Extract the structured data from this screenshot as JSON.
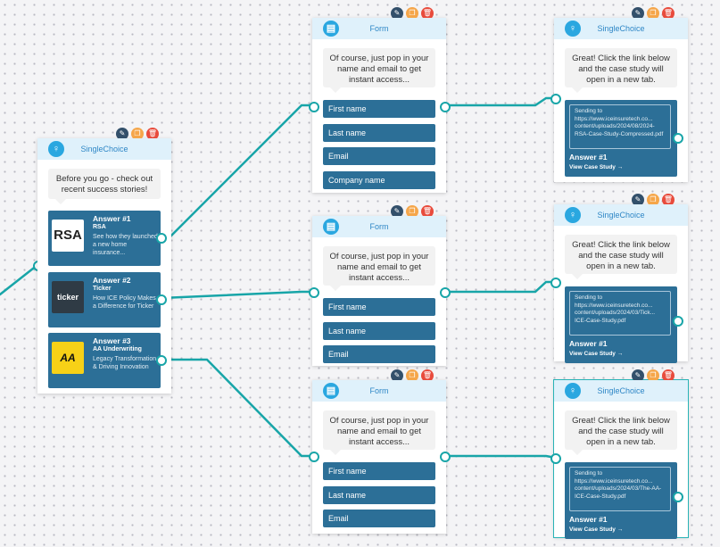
{
  "wires": "connectors",
  "singlechoice_main": {
    "title": "SingleChoice",
    "message": "Before you go - check out recent success stories!",
    "answers": [
      {
        "label": "Answer #1",
        "name": "RSA",
        "desc": "See how they launched a new home insurance...",
        "thumb_text": "RSA"
      },
      {
        "label": "Answer #2",
        "name": "Ticker",
        "desc": "How ICE Policy Makes a Difference for Ticker",
        "thumb_text": "ticker"
      },
      {
        "label": "Answer #3",
        "name": "AA Underwriting",
        "desc": "Legacy Transformation & Driving Innovation",
        "thumb_text": "AA"
      }
    ]
  },
  "forms": [
    {
      "title": "Form",
      "message": "Of course, just pop in your name and email to get instant access...",
      "fields": [
        "First name",
        "Last name",
        "Email",
        "Company name"
      ]
    },
    {
      "title": "Form",
      "message": "Of course, just pop in your name and email to get instant access...",
      "fields": [
        "First name",
        "Last name",
        "Email"
      ]
    },
    {
      "title": "Form",
      "message": "Of course, just pop in your name and email to get instant access...",
      "fields": [
        "First name",
        "Last name",
        "Email"
      ]
    }
  ],
  "results": [
    {
      "title": "SingleChoice",
      "message": "Great! Click the link below and the case study will open in a new tab.",
      "link_text": "Sending to https://www.iceinsuretech.co... content/uploads/2024/08/2024-RSA-Case-Study-Compressed.pdf",
      "answer": "Answer #1",
      "view": "View Case Study →"
    },
    {
      "title": "SingleChoice",
      "message": "Great! Click the link below and the case study will open in a new tab.",
      "link_text": "Sending to https://www.iceinsuretech.co... content/uploads/2024/03/Tick... ICE-Case-Study.pdf",
      "answer": "Answer #1",
      "view": "View Case Study →"
    },
    {
      "title": "SingleChoice",
      "message": "Great! Click the link below and the case study will open in a new tab.",
      "link_text": "Sending to https://www.iceinsuretech.co... content/uploads/2024/03/The-AA-ICE-Case-Study.pdf",
      "answer": "Answer #1",
      "view": "View Case Study →"
    }
  ],
  "controls": {
    "edit": "✎",
    "copy": "❐",
    "delete": "🗑"
  },
  "colors": {
    "wire": "#18a5a8",
    "header_bg": "#dff1fb",
    "card": "#2c6f97",
    "header_icon": "#2aa7e0"
  }
}
